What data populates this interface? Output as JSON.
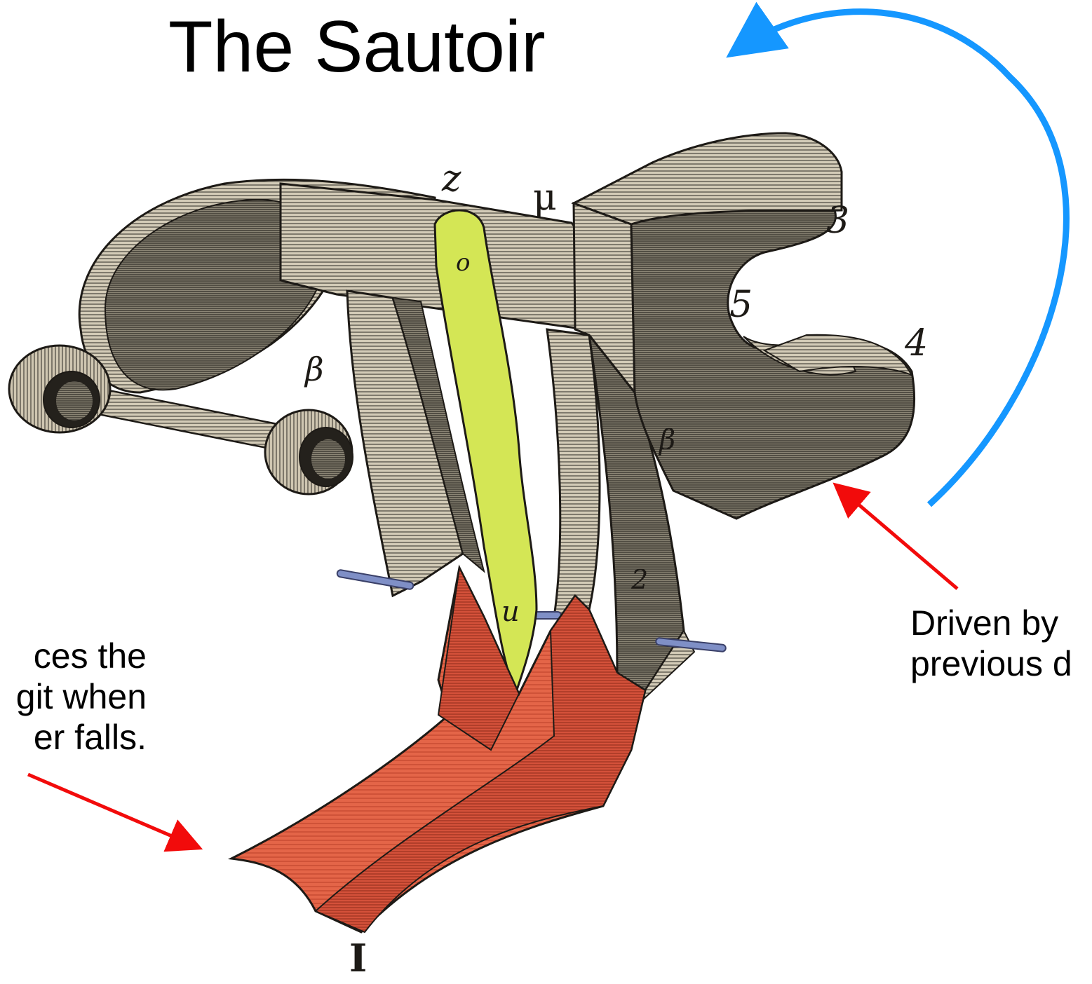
{
  "title": "The Sautoir",
  "captions": {
    "left": [
      "ces the",
      "git when",
      "er falls."
    ],
    "right": [
      "Driven by",
      "previous d"
    ]
  },
  "labels": {
    "z": "z",
    "mu": "μ",
    "three": "3",
    "five": "5",
    "four": "4",
    "beta_left": "β",
    "beta_right": "β",
    "o": "o",
    "u": "u",
    "two": "2",
    "roman_one": "I"
  },
  "colors": {
    "frame": "#d3cbb7",
    "frame_dark": "#5f5a4f",
    "hatch": "#2b2823",
    "green_part": "#d4e655",
    "red_part": "#e46548",
    "pin": "#7f8fc6",
    "arrow_red": "#f20b0b",
    "arrow_blue": "#1597ff"
  }
}
